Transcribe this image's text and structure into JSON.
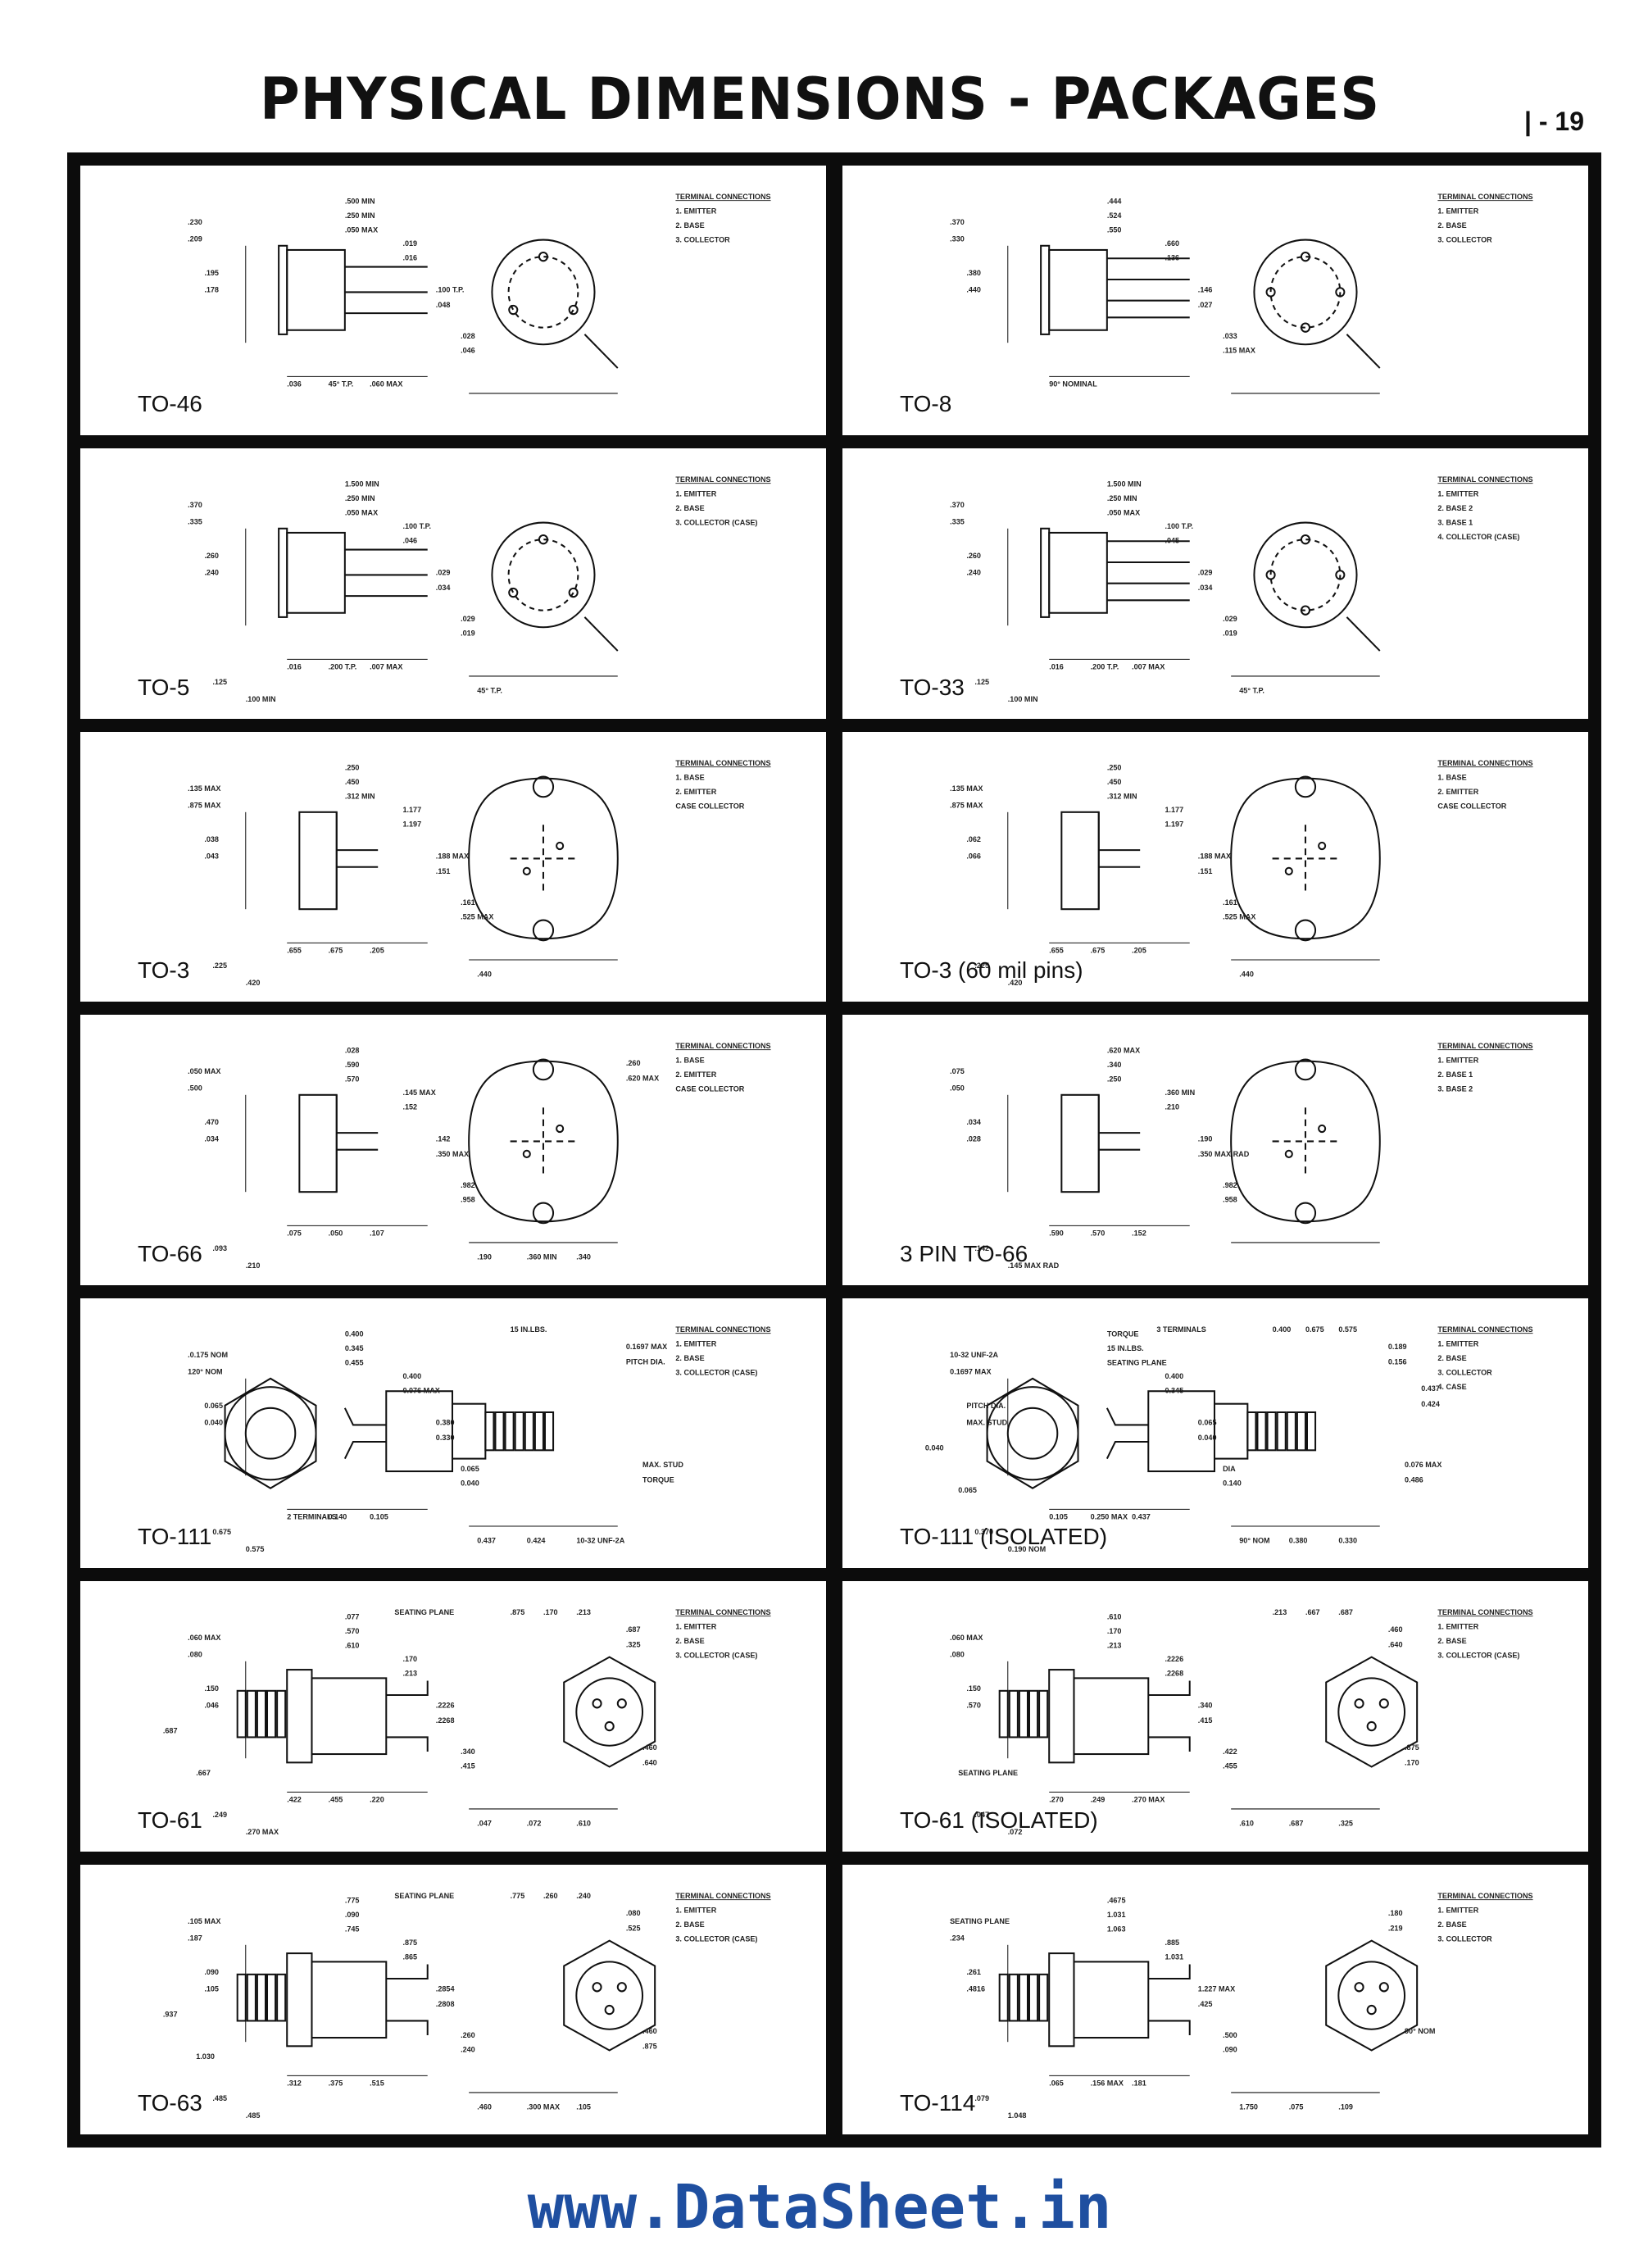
{
  "page": {
    "title": "PHYSICAL DIMENSIONS - PACKAGES",
    "page_number": "| - 19",
    "watermark": "www.DataSheet.in"
  },
  "packages": [
    {
      "label": "TO-46",
      "kind": "can3",
      "legend": [
        "TERMINAL CONNECTIONS",
        "1. EMITTER",
        "2. BASE",
        "3. COLLECTOR"
      ],
      "dims": [
        ".230",
        ".209",
        ".195",
        ".178",
        ".500 MIN",
        ".250 MIN",
        ".050 MAX",
        ".019",
        ".016",
        ".100 T.P.",
        ".048",
        ".028",
        ".046",
        ".036",
        "45° T.P.",
        ".060 MAX"
      ]
    },
    {
      "label": "TO-8",
      "kind": "can4",
      "legend": [
        "TERMINAL CONNECTIONS",
        "1. EMITTER",
        "2. BASE",
        "3. COLLECTOR"
      ],
      "dims": [
        ".370",
        ".330",
        ".380",
        ".440",
        ".444",
        ".524",
        ".550",
        ".660",
        ".136",
        ".146",
        ".027",
        ".033",
        ".115 MAX",
        "90° NOMINAL"
      ]
    },
    {
      "label": "TO-5",
      "kind": "can3",
      "legend": [
        "TERMINAL CONNECTIONS",
        "1. EMITTER",
        "2. BASE",
        "3. COLLECTOR (CASE)"
      ],
      "dims": [
        ".370",
        ".335",
        ".260",
        ".240",
        "1.500 MIN",
        ".250 MIN",
        ".050 MAX",
        ".100 T.P.",
        ".046",
        ".029",
        ".034",
        ".029",
        ".019",
        ".016",
        ".200 T.P.",
        ".007 MAX",
        ".125",
        ".100 MIN",
        "45° T.P."
      ]
    },
    {
      "label": "TO-33",
      "kind": "can4",
      "legend": [
        "TERMINAL CONNECTIONS",
        "1. EMITTER",
        "2. BASE 2",
        "3. BASE 1",
        "4. COLLECTOR (CASE)"
      ],
      "dims": [
        ".370",
        ".335",
        ".260",
        ".240",
        "1.500 MIN",
        ".250 MIN",
        ".050 MAX",
        ".100 T.P.",
        ".045",
        ".029",
        ".034",
        ".029",
        ".019",
        ".016",
        ".200 T.P.",
        ".007 MAX",
        ".125",
        ".100 MIN",
        "45° T.P."
      ]
    },
    {
      "label": "TO-3",
      "kind": "diamond",
      "legend": [
        "TERMINAL CONNECTIONS",
        "1. BASE",
        "2. EMITTER",
        "CASE COLLECTOR"
      ],
      "dims": [
        ".135 MAX",
        ".875 MAX",
        ".038",
        ".043",
        ".250",
        ".450",
        ".312 MIN",
        "1.177",
        "1.197",
        ".188 MAX",
        ".151",
        ".161",
        ".525 MAX",
        ".655",
        ".675",
        ".205",
        ".225",
        ".420",
        ".440"
      ]
    },
    {
      "label": "TO-3 (60 mil pins)",
      "kind": "diamond",
      "legend": [
        "TERMINAL CONNECTIONS",
        "1. BASE",
        "2. EMITTER",
        "CASE COLLECTOR"
      ],
      "dims": [
        ".135 MAX",
        ".875 MAX",
        ".062",
        ".066",
        ".250",
        ".450",
        ".312 MIN",
        "1.177",
        "1.197",
        ".188 MAX",
        ".151",
        ".161",
        ".525 MAX",
        ".655",
        ".675",
        ".205",
        ".225",
        ".420",
        ".440"
      ]
    },
    {
      "label": "TO-66",
      "kind": "diamond",
      "legend": [
        "TERMINAL CONNECTIONS",
        "1. BASE",
        "2. EMITTER",
        "CASE COLLECTOR"
      ],
      "dims": [
        ".050 MAX",
        ".500",
        ".470",
        ".034",
        ".028",
        ".590",
        ".570",
        ".145 MAX",
        ".152",
        ".142",
        ".350 MAX",
        ".982",
        ".958",
        ".075",
        ".050",
        ".107",
        ".093",
        ".210",
        ".190",
        ".360 MIN",
        ".340",
        ".260",
        ".620 MAX"
      ]
    },
    {
      "label": "3 PIN TO-66",
      "kind": "diamond",
      "legend": [
        "TERMINAL CONNECTIONS",
        "1. EMITTER",
        "2. BASE 1",
        "3. BASE 2"
      ],
      "dims": [
        ".075",
        ".050",
        ".034",
        ".028",
        ".620 MAX",
        ".340",
        ".250",
        ".360 MIN",
        ".210",
        ".190",
        ".350 MAX RAD",
        ".982",
        ".958",
        ".590",
        ".570",
        ".152",
        ".142",
        ".145 MAX RAD"
      ]
    },
    {
      "label": "TO-111",
      "kind": "stud",
      "legend": [
        "TERMINAL CONNECTIONS",
        "1. EMITTER",
        "2. BASE",
        "3. COLLECTOR (CASE)"
      ],
      "dims": [
        ".0.175 NOM",
        "120° NOM",
        "0.065",
        "0.040",
        "0.400",
        "0.345",
        "0.455",
        "0.400",
        "0.076 MAX",
        "0.380",
        "0.330",
        "0.065",
        "0.040",
        "2 TERMINALS",
        "0.140",
        "0.105",
        "0.675",
        "0.575",
        "0.437",
        "0.424",
        "10-32 UNF-2A",
        "0.1697 MAX",
        "PITCH DIA.",
        "MAX. STUD",
        "TORQUE",
        "15 IN.LBS."
      ]
    },
    {
      "label": "TO-111 (ISOLATED)",
      "kind": "stud",
      "legend": [
        "TERMINAL CONNECTIONS",
        "1. EMITTER",
        "2. BASE",
        "3. COLLECTOR",
        "4. CASE"
      ],
      "dims": [
        "10-32 UNF-2A",
        "0.1697 MAX",
        "PITCH DIA.",
        "MAX. STUD",
        "TORQUE",
        "15 IN.LBS.",
        "SEATING PLANE",
        "0.400",
        "0.345",
        "0.065",
        "0.040",
        "DIA",
        "0.140",
        "0.105",
        "0.250 MAX",
        "0.437",
        "0.370",
        "0.190 NOM",
        "90° NOM",
        "0.380",
        "0.330",
        "0.189",
        "0.156",
        "0.076 MAX",
        "0.486",
        "0.400",
        "0.675",
        "0.575",
        "0.065",
        "0.040",
        "3 TERMINALS",
        "0.437",
        "0.424"
      ]
    },
    {
      "label": "TO-61",
      "kind": "hexstud",
      "legend": [
        "TERMINAL CONNECTIONS",
        "1. EMITTER",
        "2. BASE",
        "3. COLLECTOR (CASE)"
      ],
      "dims": [
        ".060 MAX",
        ".080",
        ".150",
        ".046",
        ".077",
        ".570",
        ".610",
        ".170",
        ".213",
        ".2226",
        ".2268",
        ".340",
        ".415",
        ".422",
        ".455",
        ".220",
        ".249",
        ".270 MAX",
        ".047",
        ".072",
        ".610",
        ".687",
        ".325",
        ".460",
        ".640",
        ".875",
        ".170",
        ".213",
        ".667",
        ".687",
        "SEATING PLANE"
      ]
    },
    {
      "label": "TO-61 (ISOLATED)",
      "kind": "hexstud",
      "legend": [
        "TERMINAL CONNECTIONS",
        "1. EMITTER",
        "2. BASE",
        "3. COLLECTOR (CASE)"
      ],
      "dims": [
        ".060 MAX",
        ".080",
        ".150",
        ".570",
        ".610",
        ".170",
        ".213",
        ".2226",
        ".2268",
        ".340",
        ".415",
        ".422",
        ".455",
        ".270",
        ".249",
        ".270 MAX",
        ".047",
        ".072",
        ".610",
        ".687",
        ".325",
        ".460",
        ".640",
        ".875",
        ".170",
        ".213",
        ".667",
        ".687",
        "SEATING PLANE"
      ]
    },
    {
      "label": "TO-63",
      "kind": "hexstud",
      "legend": [
        "TERMINAL CONNECTIONS",
        "1. EMITTER",
        "2. BASE",
        "3. COLLECTOR (CASE)"
      ],
      "dims": [
        ".105 MAX",
        ".187",
        ".090",
        ".105",
        ".775",
        ".090",
        ".745",
        ".875",
        ".865",
        ".2854",
        ".2808",
        ".260",
        ".240",
        ".312",
        ".375",
        ".515",
        ".485",
        ".485",
        ".460",
        ".300 MAX",
        ".105",
        ".080",
        ".525",
        ".460",
        ".875",
        ".775",
        ".260",
        ".240",
        "1.030",
        ".937",
        "SEATING PLANE"
      ]
    },
    {
      "label": "TO-114",
      "kind": "hexstud",
      "legend": [
        "TERMINAL CONNECTIONS",
        "1. EMITTER",
        "2. BASE",
        "3. COLLECTOR"
      ],
      "dims": [
        "SEATING PLANE",
        ".234",
        ".261",
        ".4816",
        ".4675",
        "1.031",
        "1.063",
        ".885",
        "1.031",
        "1.227 MAX",
        ".425",
        ".500",
        ".090",
        ".065",
        ".156 MAX",
        ".181",
        ".079",
        "1.048",
        "1.750",
        ".075",
        ".109",
        ".180",
        ".219",
        "90° NOM"
      ]
    }
  ]
}
